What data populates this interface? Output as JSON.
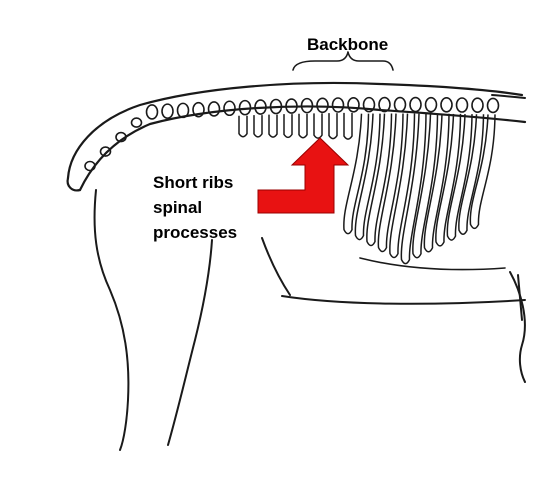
{
  "labels": {
    "backbone": "Backbone",
    "callout_line1": "Short ribs",
    "callout_line2": "spinal",
    "callout_line3": "processes"
  },
  "colors": {
    "background": "#ffffff",
    "ink": "#1a1a1a",
    "arrow": "#e81212"
  }
}
